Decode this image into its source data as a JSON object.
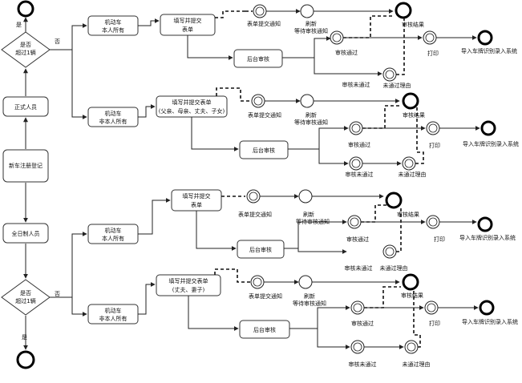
{
  "diagram": {
    "left": {
      "yes_top": "是",
      "decision_top": [
        "是否",
        "超过1辆"
      ],
      "no_top": "否",
      "regular": "正式人员",
      "register": "新车注册登记",
      "temp": "全日制人员",
      "decision_bottom": [
        "是否",
        "超过1辆"
      ],
      "no_bottom": "否",
      "yes_bottom": "是"
    },
    "owner_self": [
      "机动车",
      "本人所有"
    ],
    "owner_other": [
      "机动车",
      "非本人所有"
    ],
    "fill_submit": [
      "填写并提交",
      "表单"
    ],
    "fill_submit_family1": [
      "填写并提交表单",
      "(父亲、母亲、丈夫、子女)"
    ],
    "fill_submit_family2": [
      "填写并提交表单",
      "(丈夫、妻子)"
    ],
    "form_notice": "表单提交通知",
    "refresh": [
      "刷新",
      "等待审核通知"
    ],
    "backend_review": "后台审核",
    "review_result": "审核结果",
    "review_pass": "审核通过",
    "review_fail": "审核未通过",
    "fail_reason": "未通过理由",
    "print": "打印",
    "import": "导入车牌识别录入系统"
  }
}
